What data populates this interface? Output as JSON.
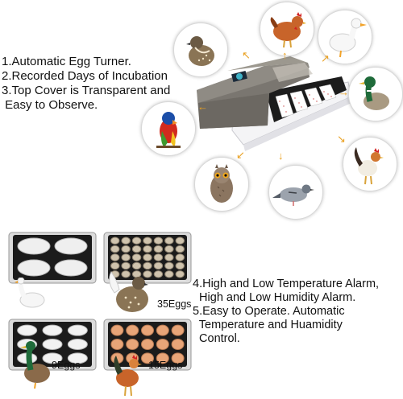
{
  "features_top": [
    "1.Automatic Egg Turner.",
    "2.Recorded Days of Incubation",
    "3.Top Cover is Transparent and",
    " Easy to Observe."
  ],
  "features_bottom": [
    "4.High and Low Temperature Alarm,",
    "  High and Low Humidity Alarm.",
    "5.Easy to Operate. Automatic",
    "  Temperature and Huamidity",
    "  Control."
  ],
  "trays": [
    {
      "label": "",
      "eggs": 4
    },
    {
      "label": "35Eggs",
      "eggs": 35
    },
    {
      "label": "9Eggs",
      "eggs": 9
    },
    {
      "label": "15Eggs",
      "eggs": 15
    }
  ],
  "birds": [
    "chicken-icon",
    "quail-icon",
    "duck-icon",
    "parrot-icon",
    "mallard-icon",
    "owl-icon",
    "pigeon-icon",
    "rooster-icon"
  ],
  "colors": {
    "arrow": "#e9a020",
    "incubator_body": "#7a7670",
    "tray_frame": "#d8d8d8",
    "egg_white": "#f2f2f2",
    "egg_brown": "#e8a578"
  }
}
